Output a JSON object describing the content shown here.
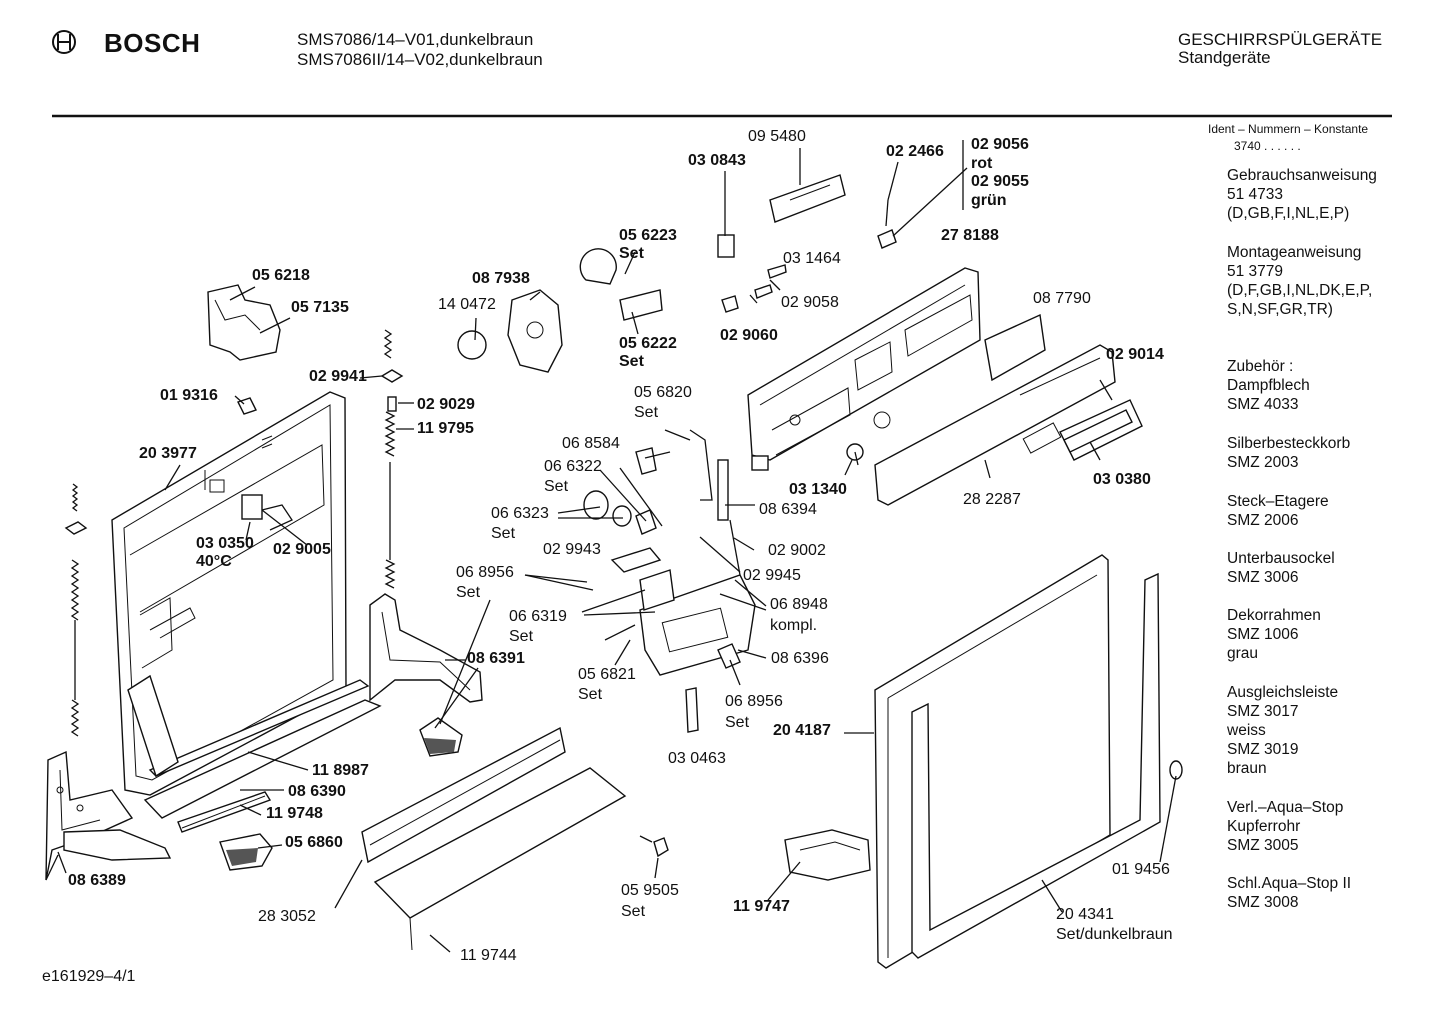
{
  "header": {
    "brand": "BOSCH",
    "model_line_1": "SMS7086/14–V01,dunkelbraun",
    "model_line_2": "SMS7086II/14–V02,dunkelbraun",
    "category": "GESCHIRRSPÜLGERÄTE",
    "subcategory": "Standgeräte"
  },
  "sidebar": {
    "ident_title": "Ident – Nummern – Konstante",
    "ident_value": "3740 . . . . . .",
    "items": [
      {
        "title": "Gebrauchsanweisung",
        "lines": [
          "51 4733",
          "(D,GB,F,I,NL,E,P)"
        ]
      },
      {
        "title": "Montageanweisung",
        "lines": [
          "51 3779",
          "(D,F,GB,I,NL,DK,E,P,",
          "S,N,SF,GR,TR)"
        ]
      },
      {
        "title": "Zubehör :",
        "lines": [
          "Dampfblech",
          "SMZ 4033"
        ]
      },
      {
        "title": "Silberbesteckkorb",
        "lines": [
          "SMZ 2003"
        ]
      },
      {
        "title": "Steck–Etagere",
        "lines": [
          "SMZ 2006"
        ]
      },
      {
        "title": "Unterbausockel",
        "lines": [
          "SMZ 3006"
        ]
      },
      {
        "title": "Dekorrahmen",
        "lines": [
          "SMZ 1006",
          "grau"
        ]
      },
      {
        "title": "Ausgleichsleiste",
        "lines": [
          "SMZ 3017",
          "weiss",
          "SMZ 3019",
          "braun"
        ]
      },
      {
        "title": "Verl.–Aqua–Stop",
        "lines": [
          "Kupferrohr",
          "SMZ 3005"
        ]
      },
      {
        "title": "Schl.Aqua–Stop II",
        "lines": [
          "SMZ 3008"
        ]
      }
    ]
  },
  "footer": {
    "code": "e161929–4/1"
  },
  "parts": {
    "p095480": "09 5480",
    "p030843": "03 0843",
    "p022466": "02 2466",
    "p029056": "02 9056",
    "rot": "rot",
    "p029055": "02 9055",
    "gruen": "grün",
    "p278188": "27 8188",
    "p056223": "05 6223",
    "set_a": "Set",
    "p031464": "03 1464",
    "p029058": "02 9058",
    "p029060": "02 9060",
    "p087790": "08 7790",
    "p029014": "02 9014",
    "p056218": "05 6218",
    "p057135": "05 7135",
    "p087938": "08 7938",
    "p140472": "14 0472",
    "p056222": "05 6222",
    "set_b": "Set",
    "p029941": "02 9941",
    "p019316": "01 9316",
    "p029029": "02 9029",
    "p119795": "11 9795",
    "p056820": "05 6820",
    "set_c": "Set",
    "p203977": "20 3977",
    "p068584": "06 8584",
    "p066322": "06 6322",
    "set_d": "Set",
    "p031340": "03 1340",
    "p030380": "03 0380",
    "p282287": "28 2287",
    "p086394": "08 6394",
    "p066323": "06 6323",
    "set_e": "Set",
    "p030350": "03 0350",
    "temp40": "40°C",
    "p029005": "02 9005",
    "p029943": "02 9943",
    "p029002": "02 9002",
    "p029945": "02 9945",
    "p068956a": "06 8956",
    "set_f": "Set",
    "p068948": "06 8948",
    "kompl": "kompl.",
    "p066319": "06 6319",
    "set_g": "Set",
    "p086391": "08 6391",
    "p086396": "08 6396",
    "p056821": "05 6821",
    "set_h": "Set",
    "p068956b": "06 8956",
    "set_i": "Set",
    "p204187": "20 4187",
    "p030463": "03 0463",
    "p118987": "11 8987",
    "p086390": "08 6390",
    "p119748": "11 9748",
    "p056860": "05 6860",
    "p019456": "01 9456",
    "p086389": "08 6389",
    "p059505": "05 9505",
    "set_j": "Set",
    "p119747": "11 9747",
    "p204341": "20 4341",
    "set_dunkelbraun": "Set/dunkelbraun",
    "p283052": "28 3052",
    "p119744": "11 9744"
  }
}
